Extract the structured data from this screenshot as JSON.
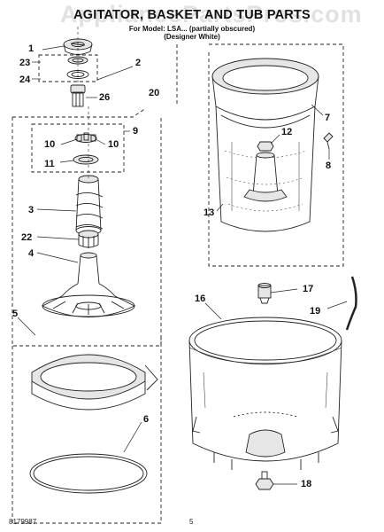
{
  "header": {
    "title": "AGITATOR, BASKET AND TUB PARTS",
    "model_line": "For Model: LSA... (partially obscured)",
    "color_variant": "(Designer White)"
  },
  "watermark": "AppliancePartsPros.com",
  "callouts": {
    "c1": "1",
    "c2": "2",
    "c3": "3",
    "c4": "4",
    "c5": "5",
    "c6": "6",
    "c7": "7",
    "c8": "8",
    "c9": "9",
    "c10a": "10",
    "c10b": "10",
    "c11": "11",
    "c12": "12",
    "c13": "13",
    "c16": "16",
    "c17": "17",
    "c18": "18",
    "c19": "19",
    "c20": "20",
    "c22": "22",
    "c23": "23",
    "c24": "24",
    "c26": "26"
  },
  "footer": {
    "doc_number": "8179987",
    "page_number": "5"
  },
  "colors": {
    "line": "#222222",
    "part_fill": "#e6e6e6",
    "watermark": "#aaaaaa"
  }
}
